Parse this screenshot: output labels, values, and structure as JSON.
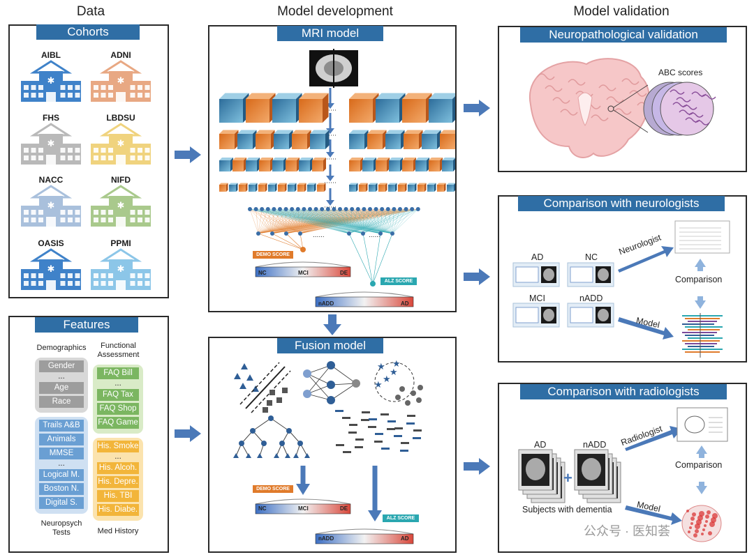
{
  "columns": {
    "data": "Data",
    "development": "Model development",
    "validation": "Model validation"
  },
  "cohorts": {
    "tab": "Cohorts",
    "items": [
      {
        "name": "AIBL",
        "color": "#3f82c9"
      },
      {
        "name": "ADNI",
        "color": "#e8a883"
      },
      {
        "name": "FHS",
        "color": "#b9b9b9"
      },
      {
        "name": "LBDSU",
        "color": "#f0d37e"
      },
      {
        "name": "NACC",
        "color": "#a9c0dc"
      },
      {
        "name": "NIFD",
        "color": "#a9c98c"
      },
      {
        "name": "OASIS",
        "color": "#3f82c9"
      },
      {
        "name": "PPMI",
        "color": "#8cc6e8"
      }
    ]
  },
  "features": {
    "tab": "Features",
    "demographics": {
      "title": "Demographics",
      "items": [
        "Gender",
        "...",
        "Age",
        "Race"
      ],
      "color": "#9d9d9d"
    },
    "functional": {
      "title": "Functional Assessment",
      "items": [
        "FAQ Bill",
        "...",
        "FAQ Tax",
        "FAQ Shop",
        "FAQ Game"
      ],
      "color": "#7bb661"
    },
    "neuropsych": {
      "title": "Neuropsych Tests",
      "items": [
        "Trails A&B",
        "Animals",
        "MMSE",
        "...",
        "Logical M.",
        "Boston N.",
        "Digital S."
      ],
      "color": "#6a9fd3"
    },
    "history": {
      "title": "Med History",
      "items": [
        "His. Smoke",
        "...",
        "His. Alcoh.",
        "His. Depre.",
        "His. TBI",
        "His. Diabe."
      ],
      "color": "#f2b53a"
    }
  },
  "mri_model": {
    "tab": "MRI model",
    "demo_score": "DEMO SCORE",
    "alz_score": "ALZ SCORE",
    "demo_scale": [
      "NC",
      "MCI",
      "DE"
    ],
    "alz_scale": [
      "nADD",
      "AD"
    ]
  },
  "fusion_model": {
    "tab": "Fusion model",
    "demo_score": "DEMO SCORE",
    "alz_score": "ALZ SCORE",
    "demo_scale": [
      "NC",
      "MCI",
      "DE"
    ],
    "alz_scale": [
      "nADD",
      "AD"
    ]
  },
  "neuropath": {
    "tab": "Neuropathological validation",
    "abc": "ABC scores"
  },
  "neurologists": {
    "tab": "Comparison with neurologists",
    "cases": [
      "AD",
      "NC",
      "MCI",
      "nADD"
    ],
    "neurologist": "Neurologist",
    "model": "Model",
    "comparison": "Comparison"
  },
  "radiologists": {
    "tab": "Comparison with radiologists",
    "cases": [
      "AD",
      "nADD"
    ],
    "radiologist": "Radiologist",
    "model": "Model",
    "comparison": "Comparison",
    "subjects": "Subjects with dementia"
  },
  "watermark": "公众号 · 医知荟",
  "colors": {
    "accent": "#2f6ea5",
    "arrow": "#4b79b8",
    "orange": "#e07b2b",
    "teal": "#2aa7b0"
  }
}
